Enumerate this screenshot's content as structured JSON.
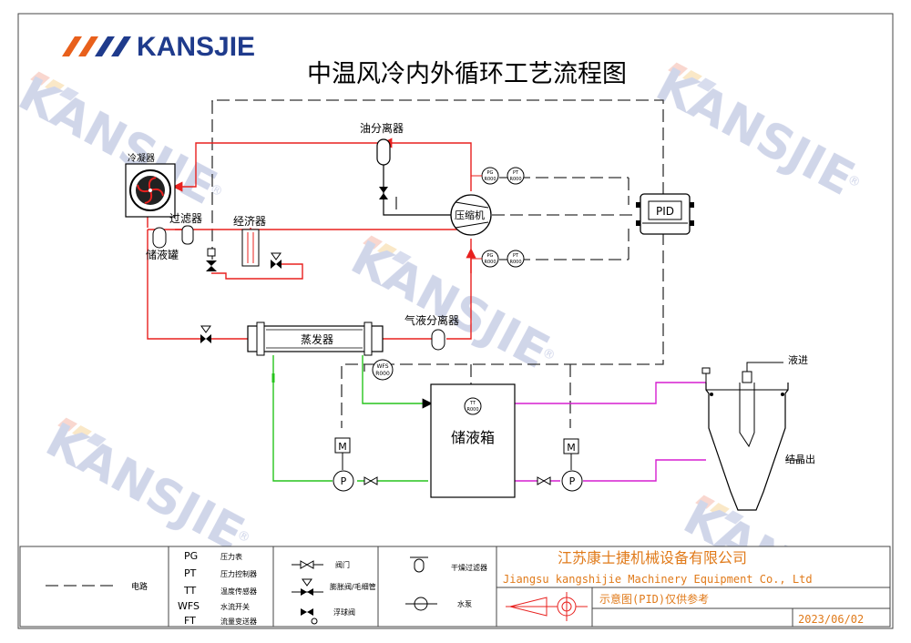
{
  "brand": {
    "name": "KANSJIE",
    "watermark_text": "KANSJIE",
    "watermark_mark": "®",
    "color_blue": "#1f3b8c",
    "color_orange": "#e8601c"
  },
  "title": "中温风冷内外循环工艺流程图",
  "labels": {
    "condenser": "冷凝器",
    "oil_separator": "油分离器",
    "compressor": "压缩机",
    "filter": "过滤器",
    "economizer": "经济器",
    "receiver": "储液罐",
    "evaporator": "蒸发器",
    "gas_liquid_separator": "气液分离器",
    "storage_tank": "储液箱",
    "pid": "PID",
    "motor": "M",
    "pump": "P",
    "liquid_in": "液进",
    "crystal_out": "结晶出"
  },
  "gauges": {
    "pg": "PG",
    "pt": "PT",
    "tt": "TT",
    "wfs": "WFS",
    "r000": "R000"
  },
  "legend": {
    "electric_line": "电路",
    "abbreviations": [
      {
        "code": "PG",
        "desc": "压力表"
      },
      {
        "code": "PT",
        "desc": "压力控制器"
      },
      {
        "code": "TT",
        "desc": "温度传感器"
      },
      {
        "code": "WFS",
        "desc": "水流开关"
      },
      {
        "code": "FT",
        "desc": "流量变送器"
      }
    ],
    "valve": "阀门",
    "expansion_valve": "膨胀阀/毛细管",
    "float_valve": "浮球阀",
    "dry_filter": "干燥过滤器",
    "water_pump": "水泵"
  },
  "company": {
    "name_cn": "江苏康士捷机械设备有限公司",
    "name_en": "Jiangsu kangshijie Machinery Equipment Co., Ltd",
    "note": "示意图(PID)仅供参考",
    "date": "2023/06/02"
  },
  "colors": {
    "refrigerant": "#e8201e",
    "water": "#27c41d",
    "product": "#d51fd0",
    "electric": "#333333"
  }
}
